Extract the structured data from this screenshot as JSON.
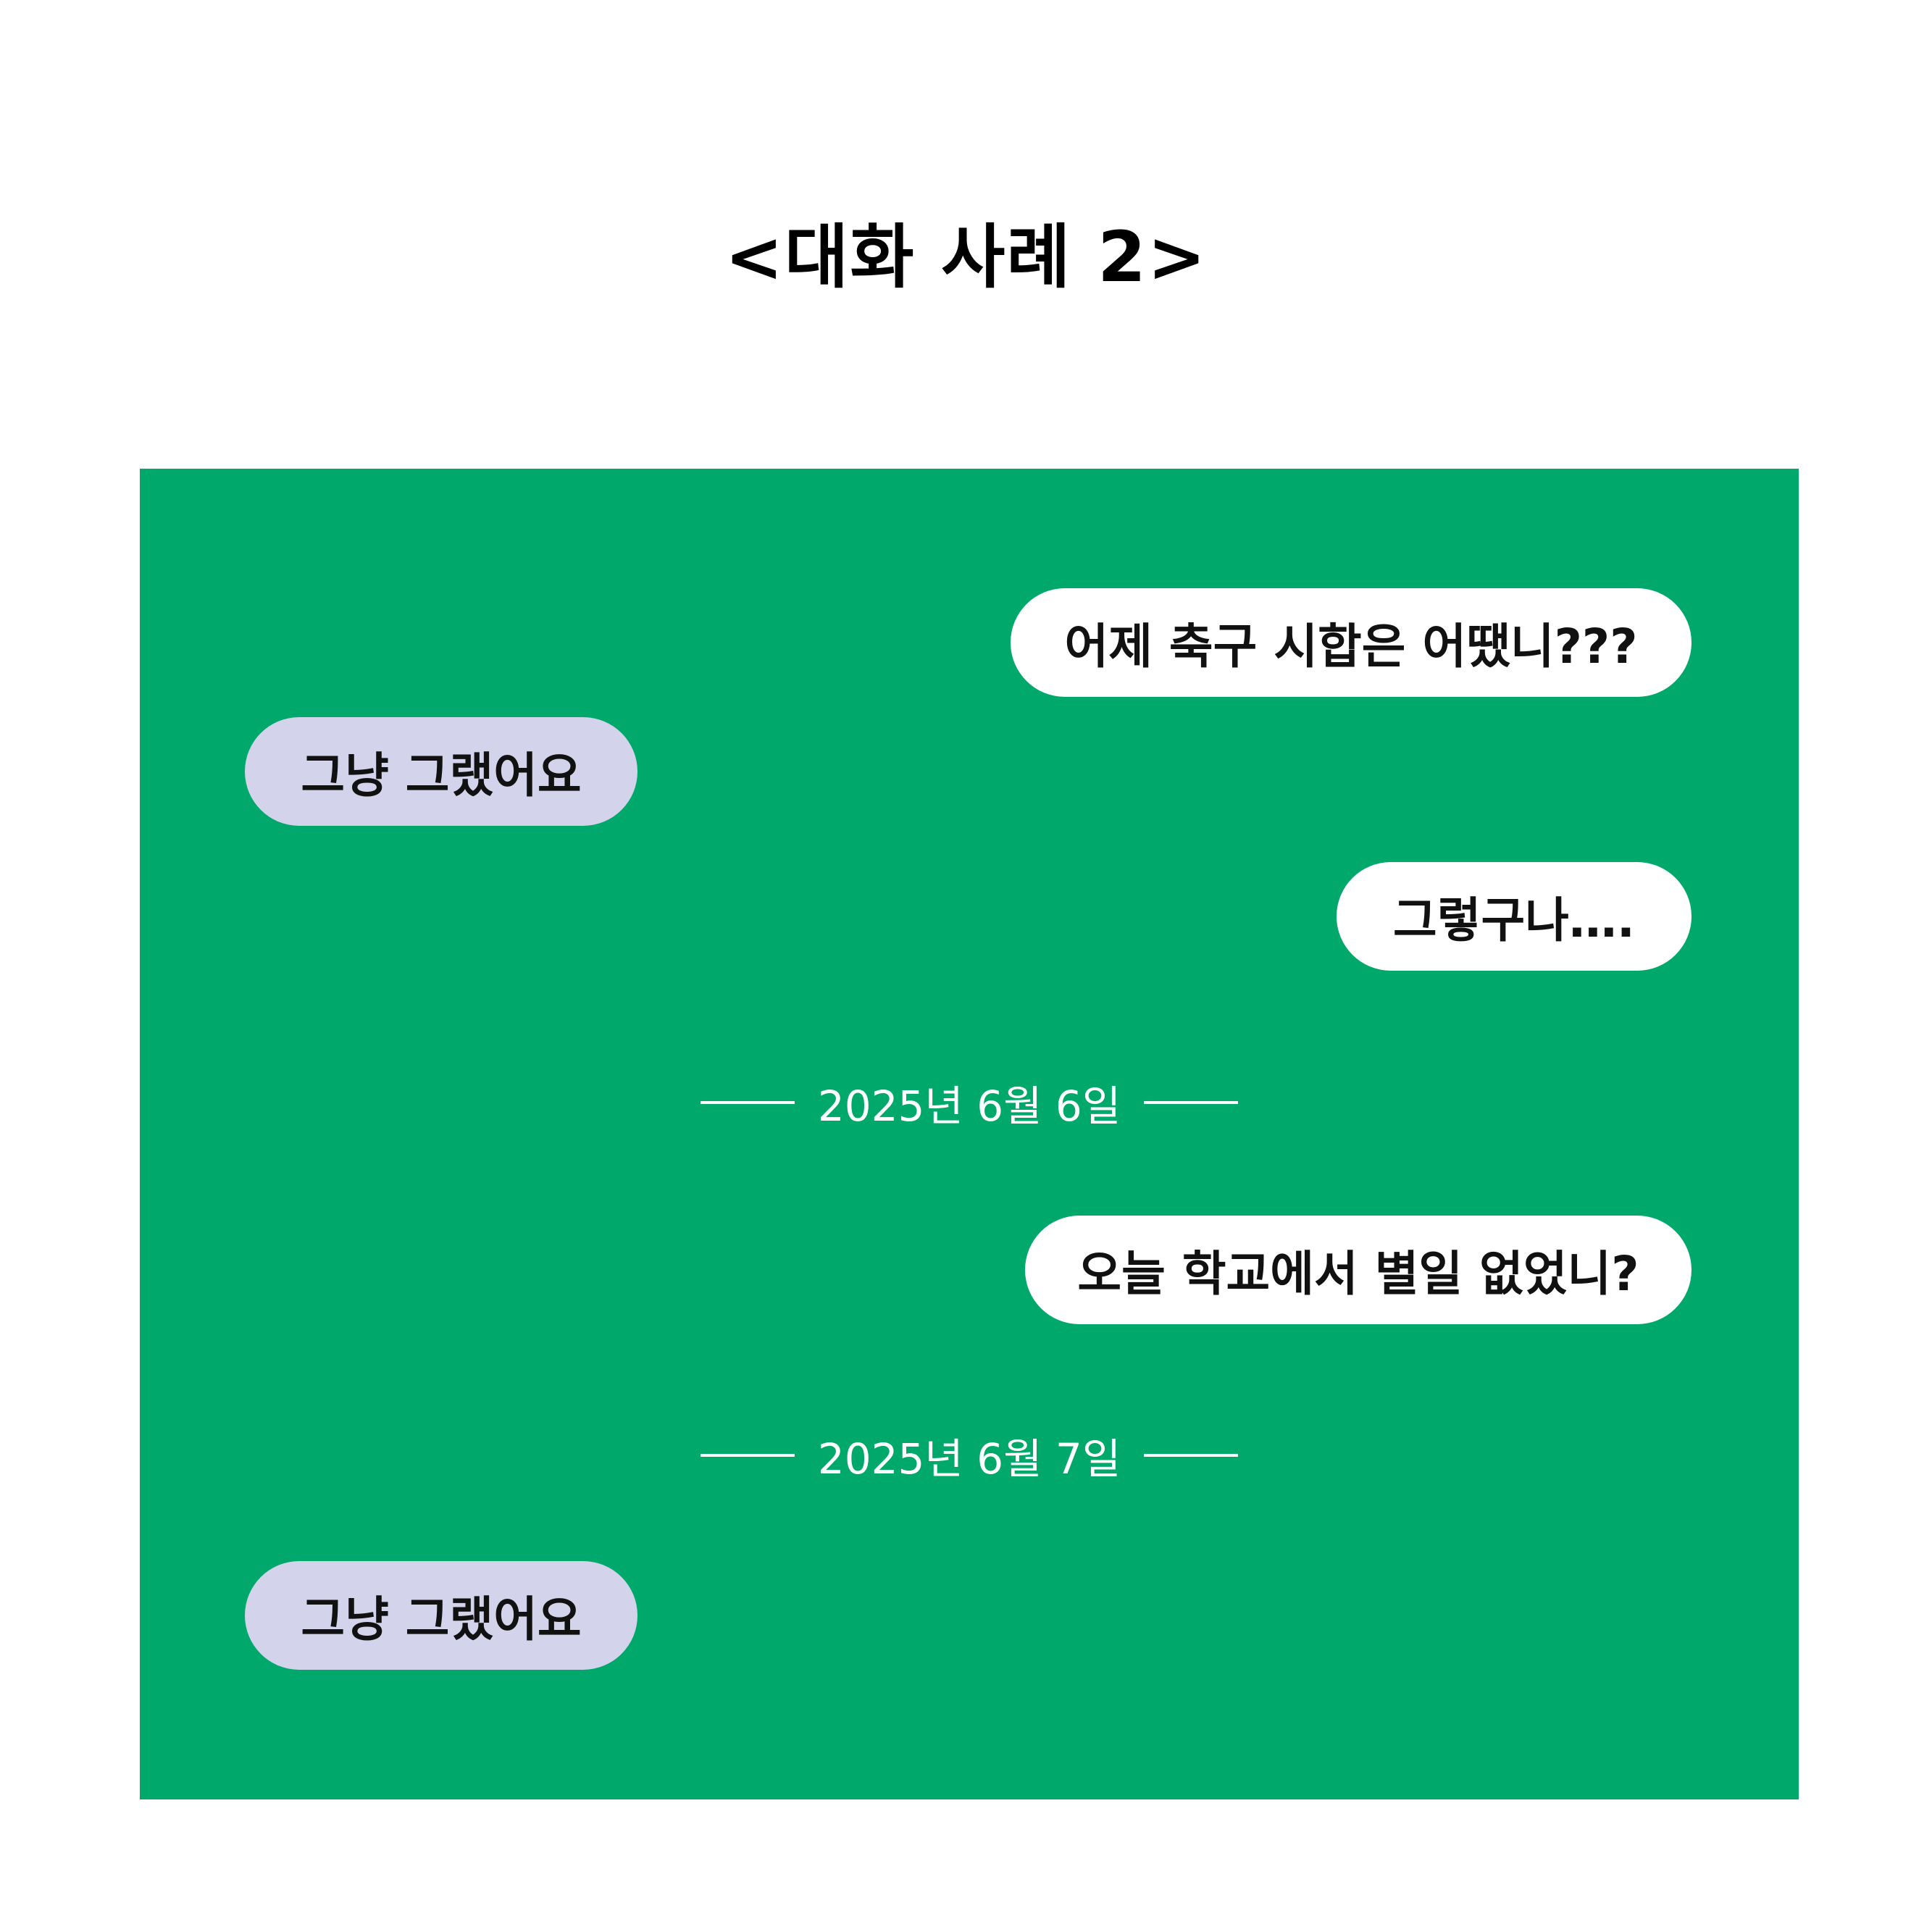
{
  "title": "<대화 사례 2>",
  "colors": {
    "chat_background": "#00a96b",
    "sent_bubble": "#ffffff",
    "received_bubble": "#d3d3ec",
    "divider": "#ffffff"
  },
  "messages": [
    {
      "side": "sent",
      "text": "어제 축구 시합은 어땠니???"
    },
    {
      "side": "received",
      "text": "그냥 그랬어요"
    },
    {
      "side": "sent",
      "text": "그렇구나…."
    },
    {
      "side": "sent",
      "text": "오늘 학교에서 별일 없었니?"
    },
    {
      "side": "received",
      "text": "그냥 그랬어요"
    }
  ],
  "date_dividers": [
    "2025년 6월 6일",
    "2025년 6월 7일"
  ]
}
